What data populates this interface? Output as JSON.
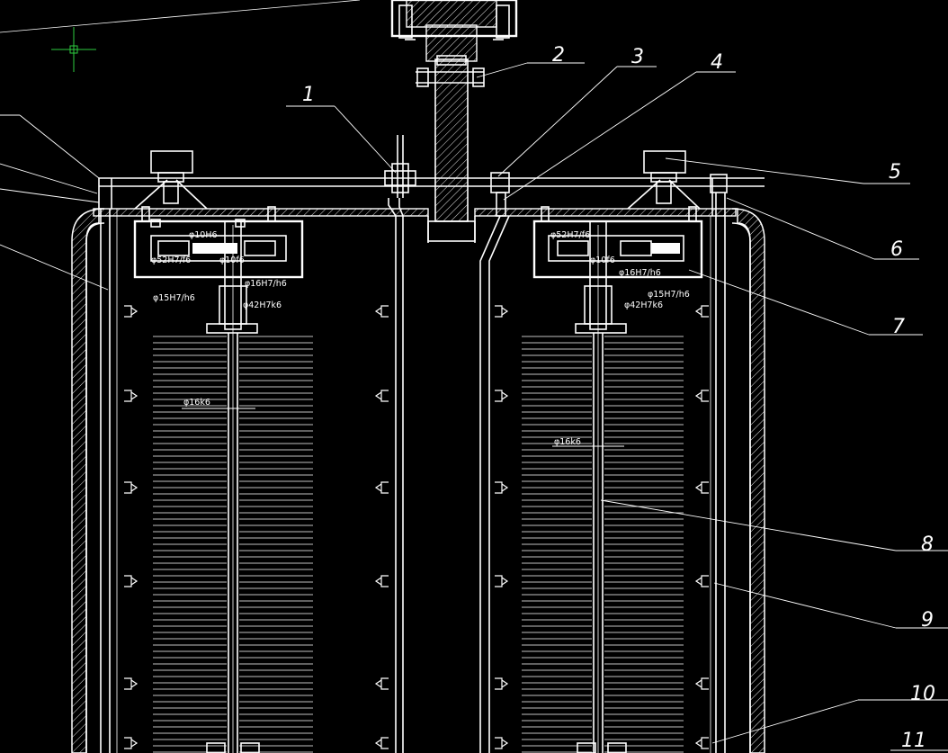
{
  "drawing": {
    "balloons": [
      "1",
      "2",
      "3",
      "4",
      "5",
      "6",
      "7",
      "8",
      "9",
      "10",
      "11"
    ],
    "dimensions": {
      "shaft_left": "φ16k6",
      "shaft_right": "φ16k6",
      "bearing_tl_a": "φ52H7/f6",
      "bearing_tl_b": "φ10f6",
      "bearing_tl_c": "φ10H6",
      "bearing_tl_d": "φ15H7/h6",
      "bearing_tl_e": "φ16H7/h6",
      "bearing_tl_f": "φ42H7k6",
      "bearing_tr_a": "φ52H7/f6",
      "bearing_tr_b": "φ10f6",
      "bearing_tr_c": "φ16H7/h6",
      "bearing_tr_d": "φ15H7/h6",
      "bearing_tr_e": "φ42H7k6"
    }
  },
  "colors": {
    "background": "#000000",
    "lines": "#ffffff",
    "cursor": "#2ecc40"
  },
  "icons": {
    "cursor": "crosshair-cursor-icon"
  }
}
